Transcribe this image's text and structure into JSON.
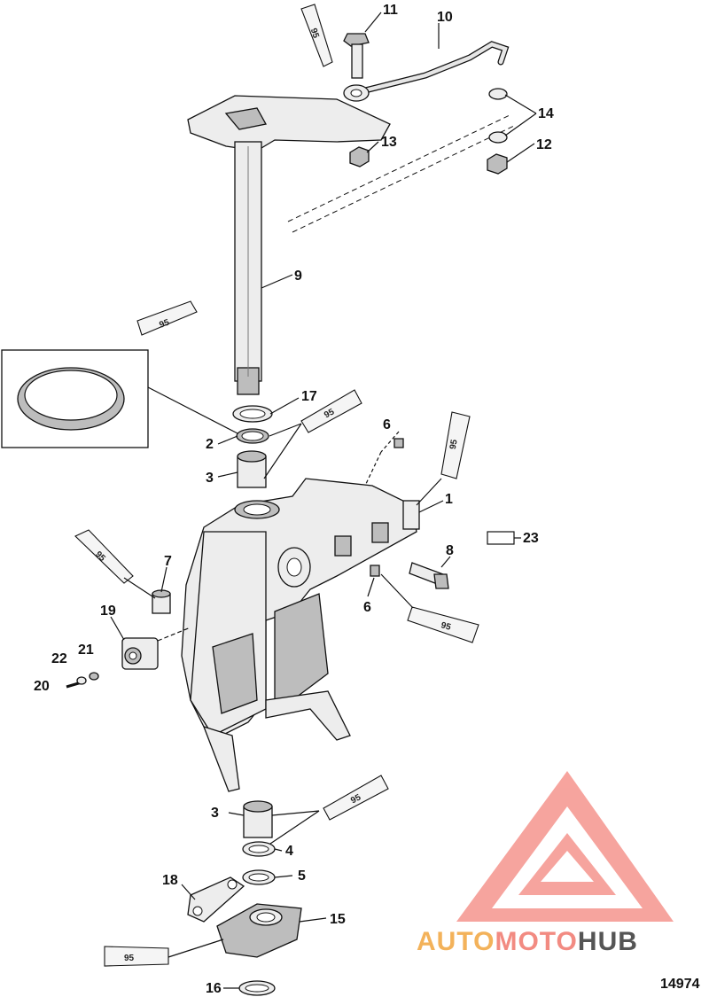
{
  "figure_number": "14974",
  "sealant_label": "95",
  "watermark": {
    "part1": "AUTO",
    "part2": "MOTO",
    "part3": "HUB",
    "color1": "#f3b25a",
    "color2": "#f28b82",
    "color3": "#555555",
    "logo_color": "#f05a4f"
  },
  "callouts": {
    "c1": "1",
    "c2": "2",
    "c3a": "3",
    "c3b": "3",
    "c4": "4",
    "c5": "5",
    "c6a": "6",
    "c6b": "6",
    "c7": "7",
    "c8": "8",
    "c9": "9",
    "c10": "10",
    "c11": "11",
    "c12": "12",
    "c13": "13",
    "c14": "14",
    "c15": "15",
    "c16": "16",
    "c17": "17",
    "c18": "18",
    "c19": "19",
    "c20": "20",
    "c21": "21",
    "c22": "22",
    "c23": "23"
  }
}
